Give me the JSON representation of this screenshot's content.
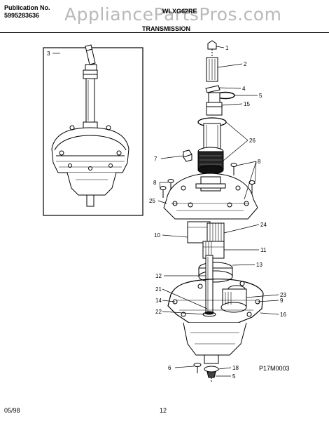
{
  "header": {
    "publication_label": "Publication No.",
    "publication_number": "5995283636",
    "watermark": "AppliancePartsPros.com",
    "model": "WLXG62RE",
    "section_title": "TRANSMISSION"
  },
  "inset": {
    "number": "3"
  },
  "callouts": [
    "1",
    "2",
    "4",
    "5",
    "15",
    "26",
    "7",
    "8",
    "8",
    "25",
    "24",
    "10",
    "11",
    "13",
    "12",
    "21",
    "14",
    "22",
    "23",
    "9",
    "16",
    "6",
    "18",
    "5"
  ],
  "footer": {
    "date": "05/98",
    "page": "12",
    "diagram_code": "P17M0003"
  },
  "colors": {
    "ink": "#000000",
    "watermark": "#b9b9b9",
    "paper": "#ffffff"
  }
}
